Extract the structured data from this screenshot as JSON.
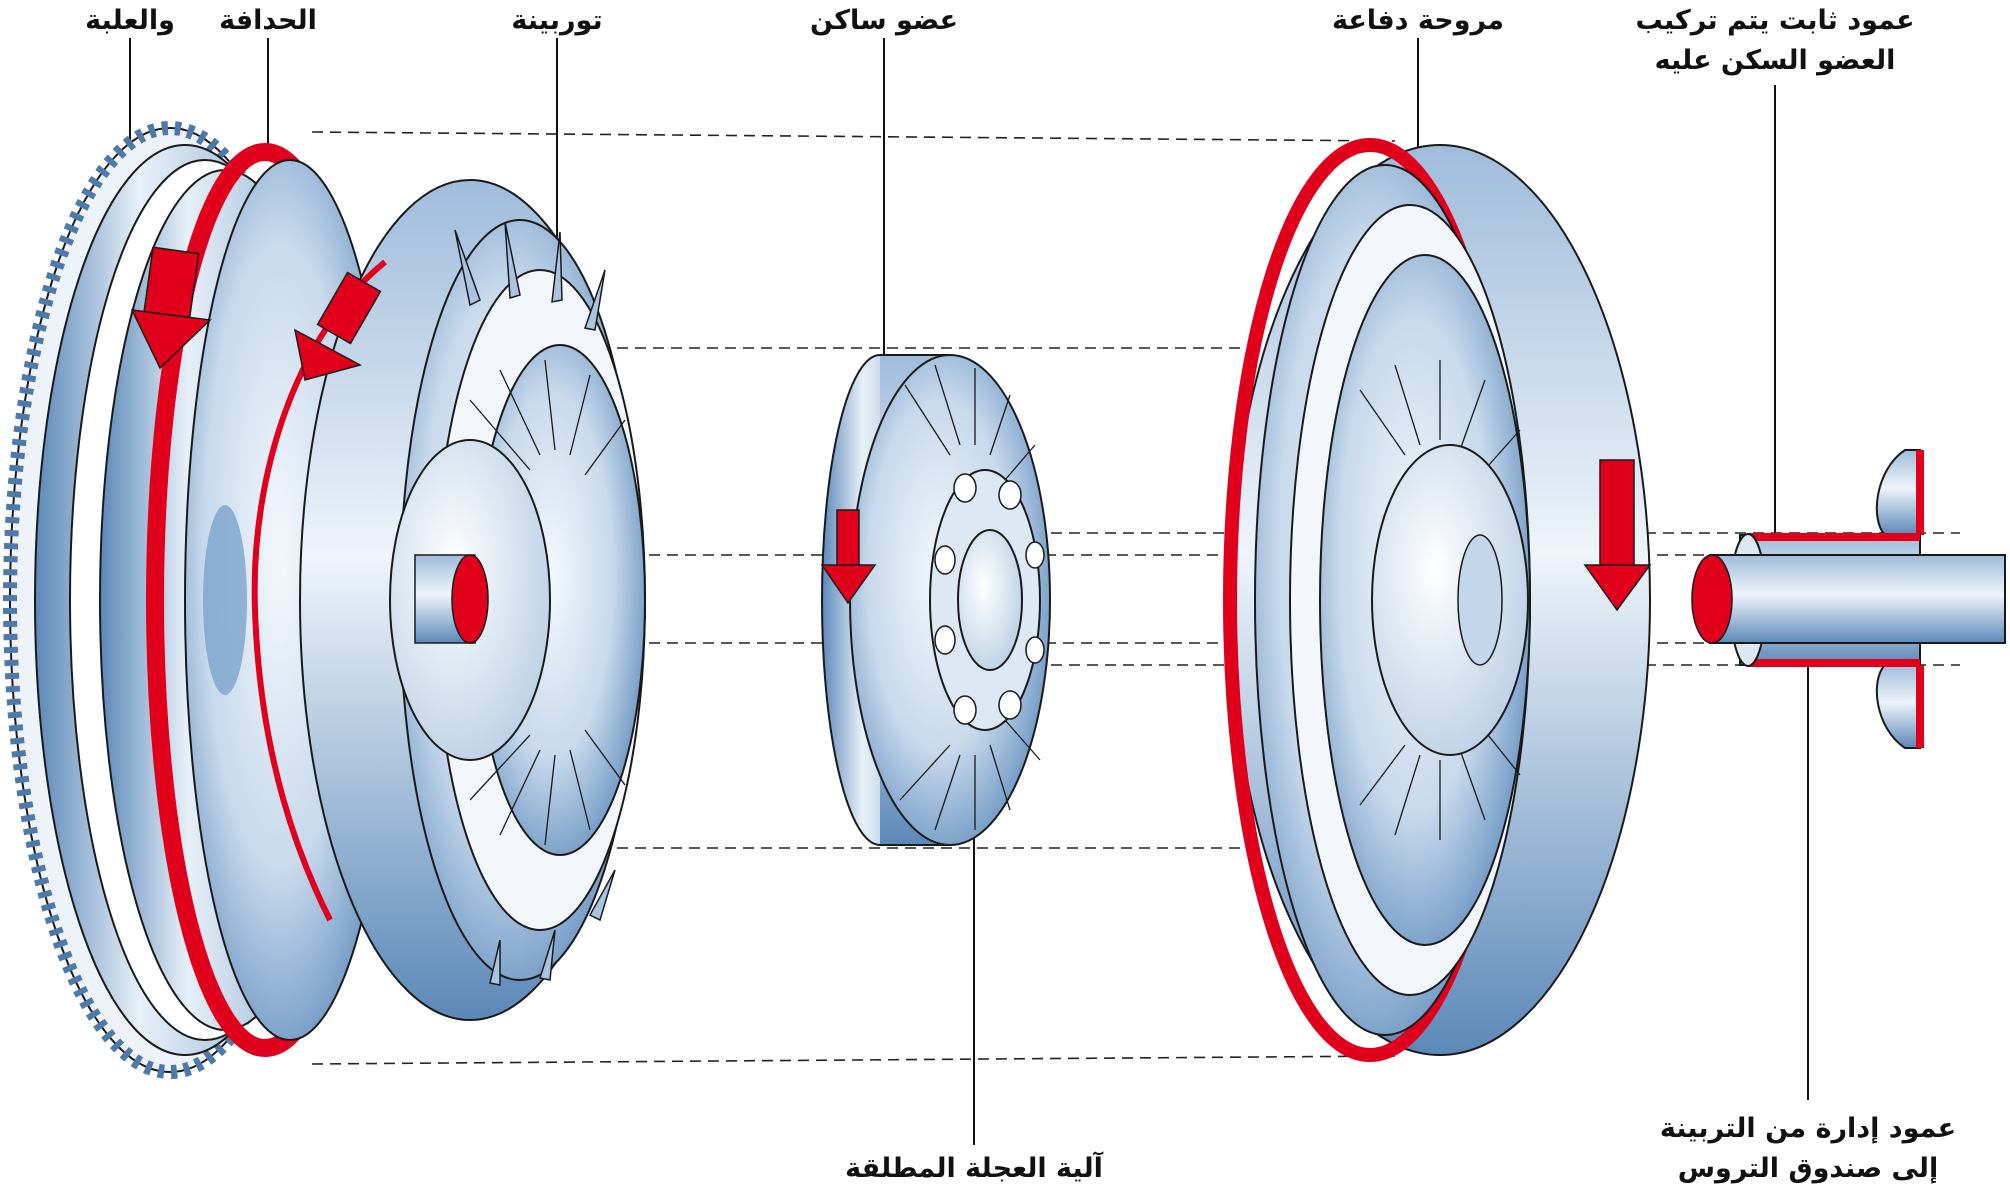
{
  "labels": {
    "cover": "والعلبة",
    "flywheel": "الحدافة",
    "turbine": "توربينة",
    "stator": "عضو ساكن",
    "pump": "مروحة دفاعة",
    "fixed_shaft_line1": "عمود ثابت يتم تركيب",
    "fixed_shaft_line2": "العضو السكن عليه",
    "freewheel": "آلية العجلة المطلقة",
    "output_shaft_line1": "عمود إدارة من التربينة",
    "output_shaft_line2": "إلى صندوق التروس"
  },
  "colors": {
    "accent_red": "#e0001b",
    "steel_light": "#e8f0f8",
    "steel_mid": "#a9c3de",
    "steel_dark": "#5b88b8",
    "outline": "#1a1a1a"
  }
}
